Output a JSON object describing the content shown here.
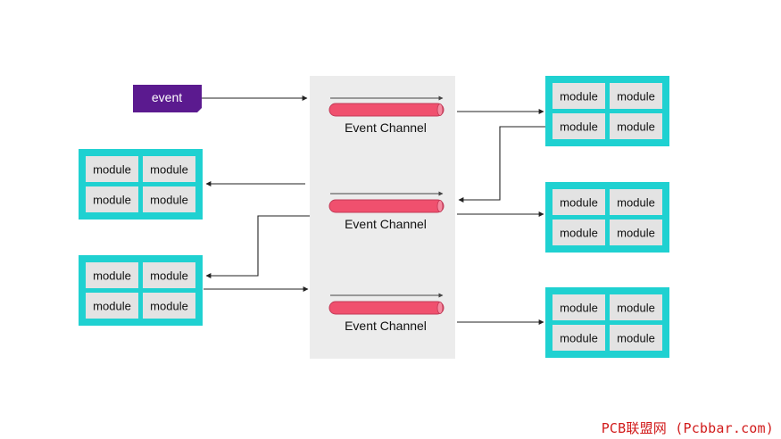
{
  "event_tag": {
    "label": "event"
  },
  "module_label": "module",
  "channels": [
    {
      "label": "Event Channel"
    },
    {
      "label": "Event Channel"
    },
    {
      "label": "Event Channel"
    }
  ],
  "watermark": "PCB联盟网 (Pcbbar.com)",
  "colors": {
    "event_tag": "#5b1a8f",
    "module_group_border": "#1fd1d1",
    "module_cell": "#e3e3e3",
    "channel_panel": "#ececec",
    "channel_pipe": "#f0506e",
    "arrow": "#222222"
  }
}
